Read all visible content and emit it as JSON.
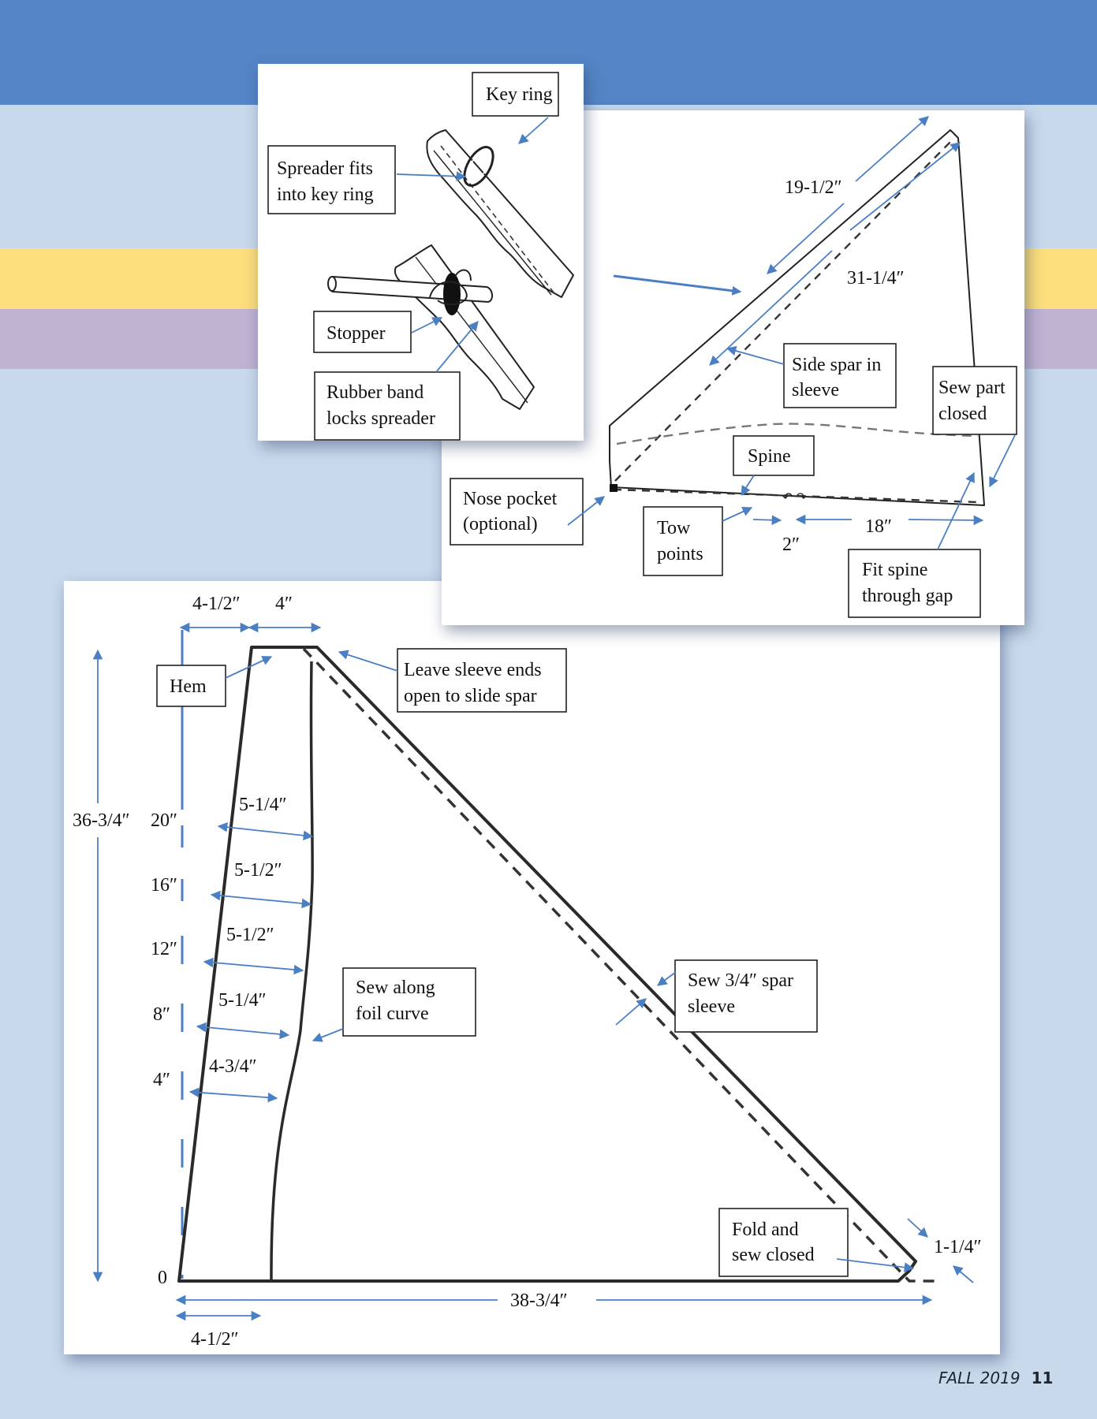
{
  "colors": {
    "top_band": "#5585c6",
    "background": "#c9d9ec",
    "yellow_band": "#fcde7c",
    "purple_band": "#c0b3d2",
    "annotation_arrow": "#4a7fc4"
  },
  "spreader_detail": {
    "labels": {
      "key_ring": "Key ring",
      "spreader_fits_1": "Spreader fits",
      "spreader_fits_2": "into key ring",
      "stopper": "Stopper",
      "rubber_band_1": "Rubber band",
      "rubber_band_2": "locks spreader"
    }
  },
  "assembled_foil": {
    "labels": {
      "dim_side_spar_upper": "19-1/2″",
      "dim_side_spar_full": "31-1/4″",
      "side_spar_1": "Side spar in",
      "side_spar_2": "sleeve",
      "sew_part_1": "Sew part",
      "sew_part_2": "closed",
      "spine": "Spine",
      "nose_pocket_1": "Nose pocket",
      "nose_pocket_2": "(optional)",
      "tow_points_1": "Tow",
      "tow_points_2": "points",
      "dim_tow_gap": "2″",
      "dim_spine": "18″",
      "fit_spine_1": "Fit spine",
      "fit_spine_2": "through gap"
    }
  },
  "sail_pattern": {
    "labels": {
      "dim_top_left": "4-1/2″",
      "dim_top_right": "4″",
      "hem": "Hem",
      "leave_sleeve_1": "Leave sleeve ends",
      "leave_sleeve_2": "open to slide spar",
      "dim_height": "36-3/4″",
      "sew_along_1": "Sew along",
      "sew_along_2": "foil curve",
      "sew_sleeve_1": "Sew 3/4″ spar",
      "sew_sleeve_2": "sleeve",
      "fold_sew_1": "Fold and",
      "fold_sew_2": "sew closed",
      "dim_corner": "1-1/4″",
      "dim_base": "38-3/4″",
      "dim_base_left": "4-1/2″"
    },
    "height_marks": [
      "20″",
      "16″",
      "12″",
      "8″",
      "4″",
      "0"
    ],
    "foil_widths": [
      "5-1/4″",
      "5-1/2″",
      "5-1/2″",
      "5-1/4″",
      "4-3/4″"
    ]
  },
  "footer": {
    "issue": "FALL 2019",
    "page_number": "11"
  }
}
